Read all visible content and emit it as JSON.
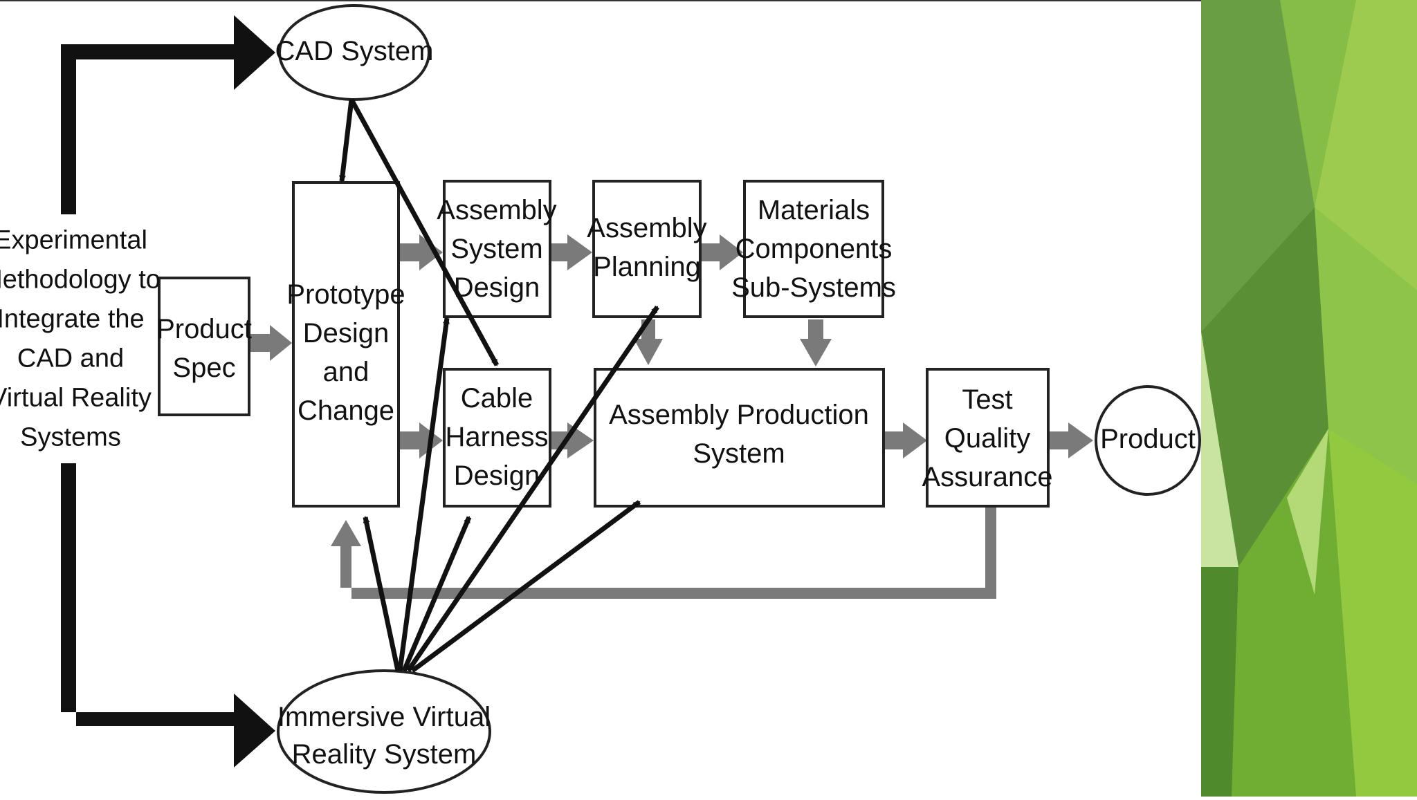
{
  "diagram": {
    "nodes": {
      "cad_system": {
        "lines": [
          "CAD System"
        ]
      },
      "methodology": {
        "lines": [
          "Experimental",
          "Methodology to",
          "Integrate the",
          "CAD and",
          "Virtual Reality",
          "Systems"
        ]
      },
      "product_spec": {
        "lines": [
          "Product",
          "Spec"
        ]
      },
      "prototype": {
        "lines": [
          "Prototype",
          "Design",
          "and",
          "Change"
        ]
      },
      "assembly_system_design": {
        "lines": [
          "Assembly",
          "System",
          "Design"
        ]
      },
      "assembly_planning": {
        "lines": [
          "Assembly",
          "Planning"
        ]
      },
      "materials": {
        "lines": [
          "Materials",
          "Components",
          "Sub-Systems"
        ]
      },
      "cable_harness": {
        "lines": [
          "Cable",
          "Harness",
          "Design"
        ]
      },
      "assembly_production": {
        "lines": [
          "Assembly Production",
          "System"
        ]
      },
      "test_quality": {
        "lines": [
          "Test",
          "Quality",
          "Assurance"
        ]
      },
      "product": {
        "lines": [
          "Product"
        ]
      },
      "immersive_vr": {
        "lines": [
          "Immersive Virtual",
          "Reality System"
        ]
      }
    }
  },
  "colors": {
    "ink": "#111111",
    "flow_arrow": "#7a7a7a",
    "box_border": "#222222",
    "panel_green_dark": "#5f9a3c",
    "panel_green_mid": "#7cb53a",
    "panel_green_light": "#a6d15a"
  }
}
